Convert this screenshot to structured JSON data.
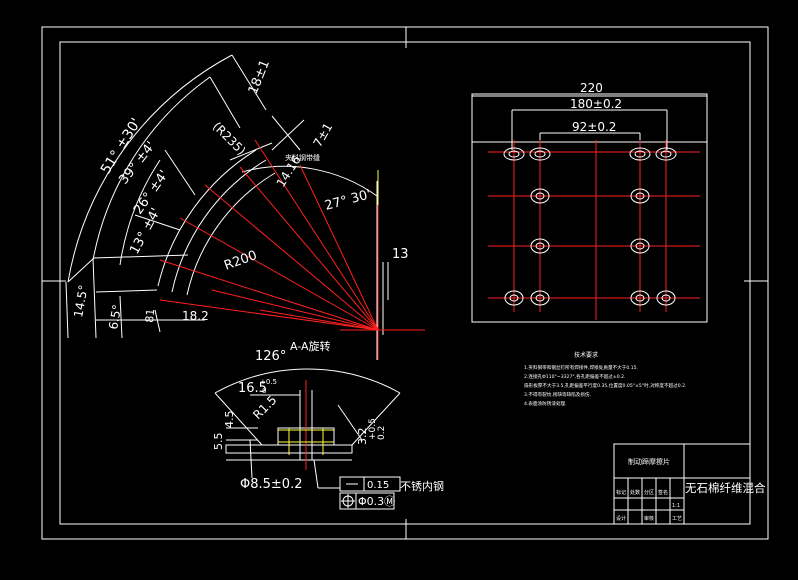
{
  "colors": {
    "background": "#000000",
    "line": "#ffffff",
    "center": "#ff2020",
    "hidden": "#ffff40"
  },
  "fan_view": {
    "labels": {
      "ang51": "51° ±30'",
      "ang39": "39° ±4'",
      "ang26": "26° ±4'",
      "ang13": "13° ±4'",
      "ang14_5": "14.5°",
      "ang6_5": "6.5°",
      "dim18": "18±1",
      "dim7": "7±1",
      "dim14_16": "14.16",
      "dim27": "27° 30'",
      "dim13": "13",
      "r200": "R200",
      "r235": "(R235)",
      "dim81": "81",
      "dim18_2": "18.2",
      "note": "夹料钢带缝"
    }
  },
  "section_view": {
    "title": "A-A旋转",
    "labels": {
      "ang126": "126°",
      "d16_5": "16.5",
      "tol": "+0.5",
      "tol2": "0",
      "r1": "R1.5",
      "d55": "5.5",
      "d45": "4.5",
      "d0_5": "+0.5",
      "d3_2": "3.2",
      "d0_2": "0.2",
      "phi": "Φ8.5±0.2"
    },
    "fcf": {
      "row1_value": "0.15",
      "row1_note": "不锈内钢",
      "row2_value": "Φ0.3Ⓜ"
    }
  },
  "plate_view": {
    "labels": {
      "w220": "220",
      "w180": "180±0.2",
      "w92": "92±0.2"
    }
  },
  "notes": {
    "title": "技术要求",
    "lines": [
      "1.夹料钢带和钢丝钉所有焊接件,焊接处质量不大于0.15.",
      "2.连接孔Φ110°~3327°,各孔距偏差不超过±0.2.",
      "  扇形板厚不大于3.5,孔距偏差平行度0.35,位置度0.05°±5°时,对称度不超过0.2.",
      "3.不得有裂纹,残缺等缺陷及损伤.",
      "4.表面涂防锈漆处理."
    ]
  },
  "title_block": {
    "drawing_name": "无石棉纤维混合",
    "part_name": "制动蹄摩擦片",
    "row_labels": [
      "标记",
      "处数",
      "分区",
      "签名"
    ],
    "row_labels2": [
      "设计",
      "审核",
      "工艺"
    ],
    "scale": "1:1"
  }
}
